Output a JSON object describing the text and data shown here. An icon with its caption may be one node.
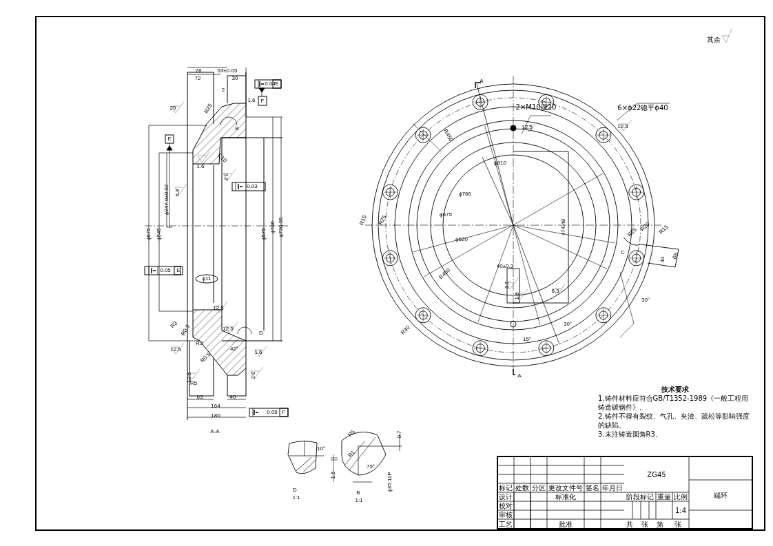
{
  "diagram": {
    "labels": [
      "78",
      "72",
      "53±0.05",
      "30",
      "0.04",
      "E",
      "F",
      "2",
      "1.6",
      "R25",
      "25",
      "B",
      "E",
      "1.6",
      "C10",
      "3.2",
      "0.03",
      "6.3",
      "ϕ247.0±0.02",
      "ϕ675",
      "ϕ545",
      "ϕ575",
      "ϕ706",
      "ϕ730.05",
      "0.05",
      "E",
      "ϕ11",
      "12.5",
      "R3",
      "R0.5",
      "12.5",
      "D",
      "12.5",
      "R3",
      "42°",
      "1.6",
      "R0.5",
      "3.2",
      "12.5",
      "R5",
      "63",
      "40",
      "164",
      "180",
      "0.05",
      "F",
      "A-A",
      "A",
      "2×M10深20",
      "6×ϕ22锪平ϕ40",
      "12.5",
      "12.5",
      "R450",
      "ϕ810",
      "ϕ766",
      "ϕ675",
      "R15",
      "R25",
      "474.48",
      "ϕ620",
      "R25",
      "R20",
      "R15",
      "C",
      "40",
      "65",
      "40±0.3",
      "3.2",
      "1.6",
      "6.3",
      "R450",
      "R30",
      "30°",
      "30°",
      "15°",
      "A",
      "10°",
      "1.5",
      "D",
      "1:1",
      "R5",
      "R1",
      "75°",
      "0.7",
      "ϕ35.11P",
      "B",
      "1:1",
      "技术要求",
      "1.铸件材料应符合GB/T1352-1989《一般工程用铸造碳钢件》。",
      "2.铸件不得有裂纹、气孔、夹渣、疏松等影响强度的缺陷。",
      "3.未注铸造圆角R3。",
      "其余",
      "ZG45",
      "端环",
      "标记",
      "处数",
      "分区",
      "更改文件号",
      "签名",
      "年月日",
      "设计",
      "标准化",
      "校对",
      "审核",
      "工艺",
      "批准",
      "阶段标记",
      "重量",
      "比例",
      "1:4",
      "共",
      "张",
      "第",
      "张"
    ]
  }
}
